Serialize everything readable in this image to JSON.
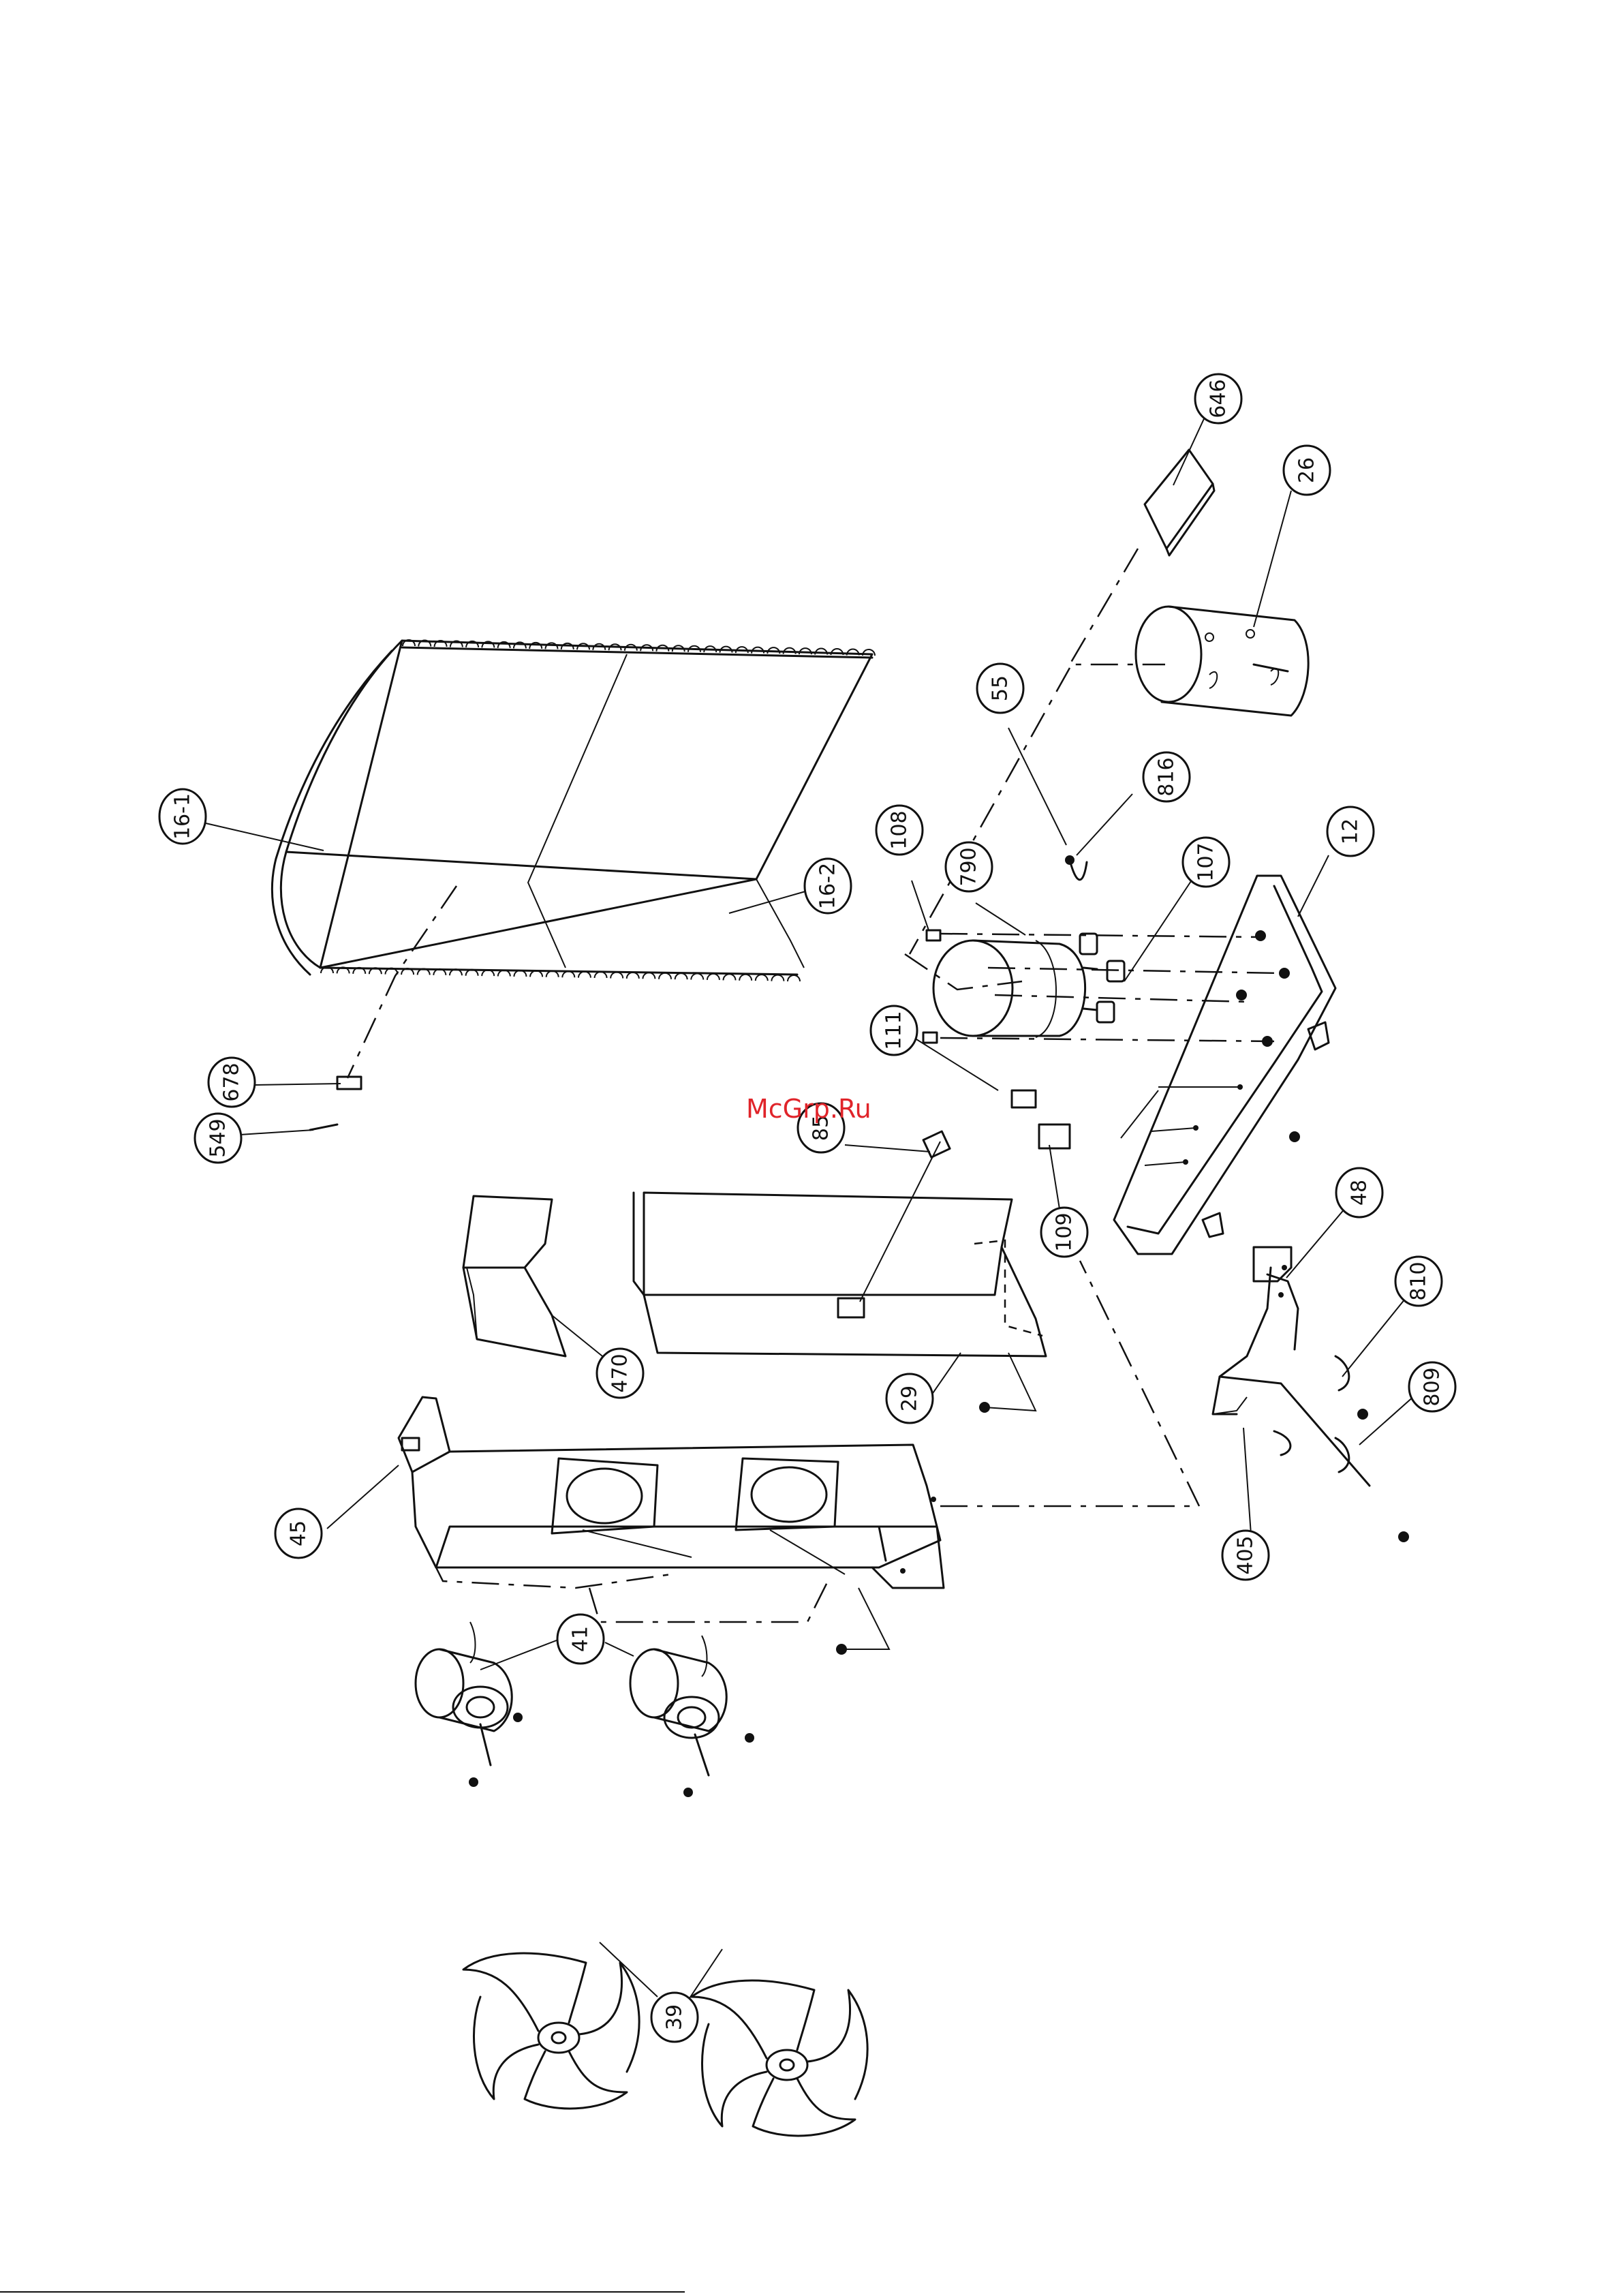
{
  "watermark": "McGrp.Ru",
  "callouts": [
    {
      "id": "c646",
      "label": "646"
    },
    {
      "id": "c26",
      "label": "26"
    },
    {
      "id": "c55",
      "label": "55"
    },
    {
      "id": "c816",
      "label": "816"
    },
    {
      "id": "c108",
      "label": "108"
    },
    {
      "id": "c790",
      "label": "790"
    },
    {
      "id": "c107",
      "label": "107"
    },
    {
      "id": "c12",
      "label": "12"
    },
    {
      "id": "c16-1",
      "label": "16-1"
    },
    {
      "id": "c16-2",
      "label": "16-2"
    },
    {
      "id": "c111",
      "label": "111"
    },
    {
      "id": "c678",
      "label": "678"
    },
    {
      "id": "c549",
      "label": "549"
    },
    {
      "id": "c85",
      "label": "85"
    },
    {
      "id": "c109",
      "label": "109"
    },
    {
      "id": "c48",
      "label": "48"
    },
    {
      "id": "c810",
      "label": "810"
    },
    {
      "id": "c809",
      "label": "809"
    },
    {
      "id": "c470",
      "label": "470"
    },
    {
      "id": "c29",
      "label": "29"
    },
    {
      "id": "c45",
      "label": "45"
    },
    {
      "id": "c405",
      "label": "405"
    },
    {
      "id": "c41",
      "label": "41"
    },
    {
      "id": "c39",
      "label": "39"
    }
  ]
}
